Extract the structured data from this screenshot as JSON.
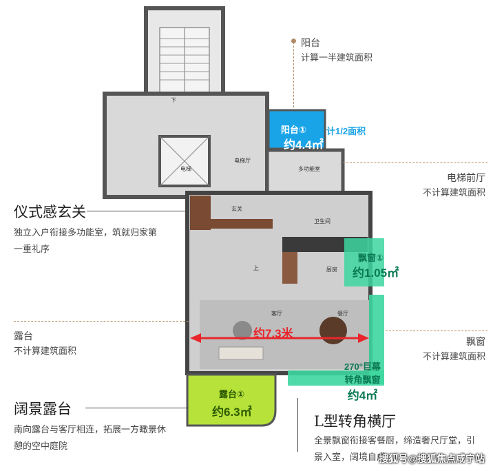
{
  "balcony": {
    "title": "阳台",
    "desc": "计算一半建筑面积",
    "tag_name": "阳台",
    "tag_circle": "①",
    "tag_note": "计1/2面积",
    "tag_area": "约4.4㎡"
  },
  "elevator_hall": {
    "title": "电梯前厅",
    "desc": "不计算建筑面积"
  },
  "foyer": {
    "title": "仪式感玄关",
    "desc_line1": "独立入户衔接多功能室，筑就归家第",
    "desc_line2": "一重礼序"
  },
  "terrace_note": {
    "title": "露台",
    "desc": "不计算建筑面积"
  },
  "bay_window_note": {
    "title": "飘窗",
    "desc": "不计算建筑面积"
  },
  "terrace_feature": {
    "title": "阔景露台",
    "desc_line1": "南向露台与客厅相连，拓展一方瞰景休",
    "desc_line2": "憩的空中庭院"
  },
  "hall_feature": {
    "title": "L型转角横厅",
    "desc_line1": "全景飘窗衔接客餐厨，缔造奢尺厅堂，引",
    "desc_line2": "景入室，阔境自成"
  },
  "tags": {
    "bay_small_name": "飘窗",
    "bay_small_circle": "①",
    "bay_small_area": "约1.05㎡",
    "width_label": "约7.3米",
    "corner_window_line1": "270°巨幕",
    "corner_window_line2": "转角飘窗",
    "corner_window_area": "约4㎡",
    "terrace_name": "露台",
    "terrace_circle": "①",
    "terrace_area": "约6.3㎡"
  },
  "room_labels": {
    "down": "下",
    "elevator": "电梯",
    "elevator_hall": "电梯厅",
    "multi_room": "多功能室",
    "foyer": "玄关",
    "bath": "卫生间",
    "up": "上",
    "kitchen": "厨房",
    "living": "客厅",
    "dining": "餐厅"
  },
  "watermark": "搜狐号@搜狐焦点咸宁站",
  "colors": {
    "balcony_blue": "#1aa4e8",
    "bay_green": "#3ed6a0",
    "terrace_green": "#b6e23a",
    "arrow_red": "#e8262b",
    "leader_brown": "#b08a63"
  }
}
